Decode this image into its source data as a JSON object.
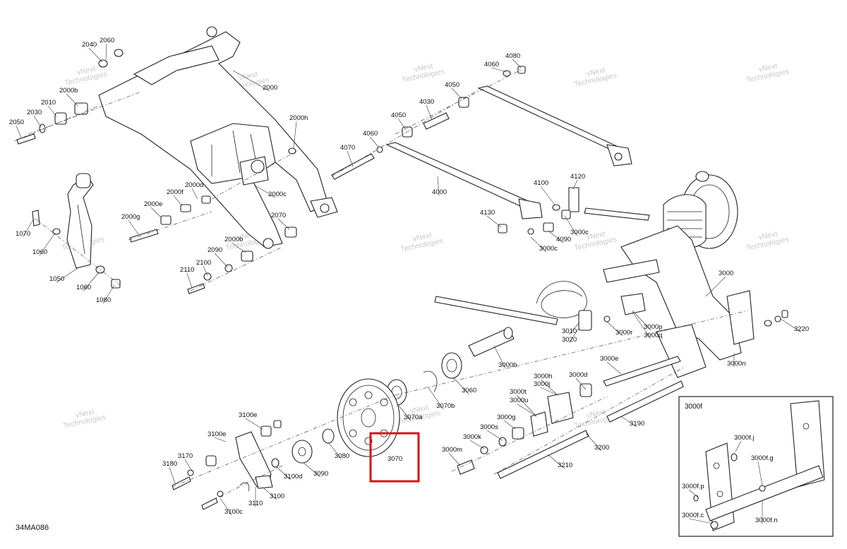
{
  "diagram": {
    "code": "34MA086",
    "inset_title": "3000f",
    "highlight_label": "3070",
    "watermark_lines": [
      "vNext",
      "Technologies"
    ],
    "labels": [
      "2060",
      "2040",
      "2000",
      "2000b",
      "2010",
      "2030",
      "2050",
      "2000h",
      "2000c",
      "2000d",
      "2000f",
      "2000e",
      "2000g",
      "2070",
      "2000b",
      "2090",
      "2100",
      "2110",
      "1070",
      "1060",
      "1050",
      "1060",
      "1080",
      "4080",
      "4060",
      "4050",
      "4030",
      "4050",
      "4060",
      "4070",
      "4000",
      "4120",
      "4100",
      "4130",
      "4090",
      "3000c",
      "3000c",
      "3000",
      "3010",
      "3020",
      "3000r",
      "3000p",
      "3000q",
      "3220",
      "3000n",
      "3000b",
      "3060",
      "3000e",
      "3070b",
      "3070a",
      "3000h",
      "3000j",
      "3000d",
      "3000t",
      "3000u",
      "3000g",
      "3000s",
      "3000k",
      "3000m",
      "3200",
      "3190",
      "3210",
      "3100e",
      "3100e",
      "3170",
      "3180",
      "3100d",
      "3090",
      "3080",
      "3110",
      "3100",
      "3100c",
      "3000f.j",
      "3000f.g",
      "3000f.p",
      "3000f.c",
      "3000f.n"
    ]
  }
}
